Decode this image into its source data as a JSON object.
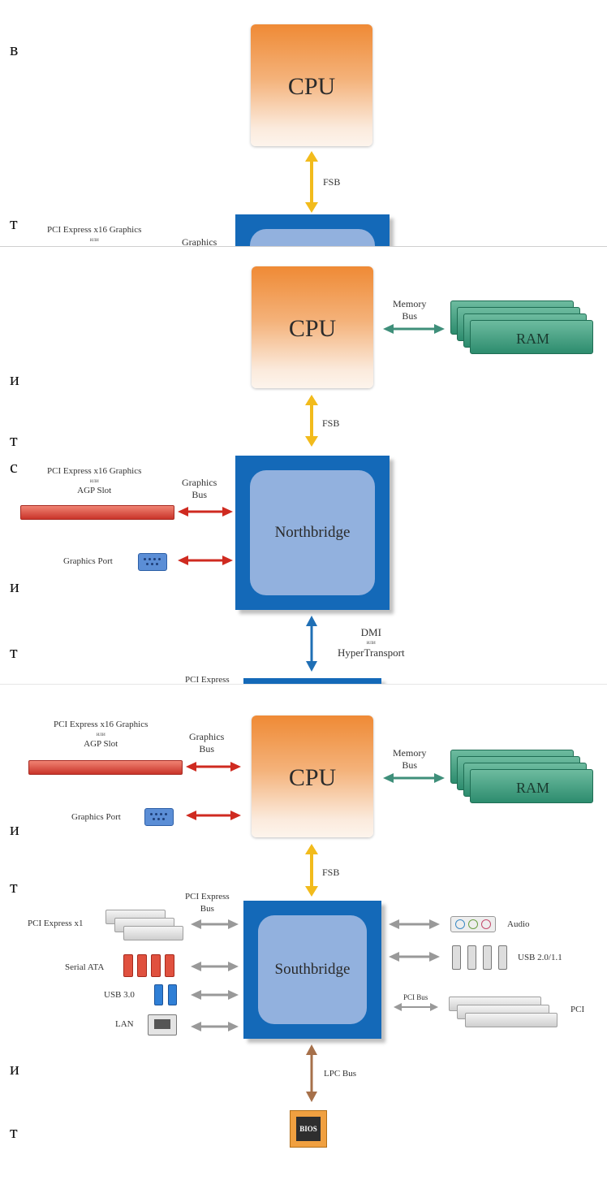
{
  "colors": {
    "cpu": "#ef8a35",
    "chip_outer": "#1469b8",
    "chip_inner": "#92b1de",
    "fsb_arrow": "#f2bb1c",
    "memory_arrow": "#3f8f7a",
    "graphics_arrow": "#cf2a20",
    "dmi_arrow": "#1f6fb5",
    "io_arrow": "#999999",
    "lpc_arrow": "#a6704a",
    "ram": "#3a9c7c"
  },
  "panel1": {
    "cpu": "CPU",
    "fsb": "FSB",
    "pcie_label": "PCI Express x16 Graphics",
    "or": "или",
    "graphics": "Graphics",
    "margin_char": "в",
    "margin_char2": "т"
  },
  "panel2": {
    "cpu": "CPU",
    "memory_bus": [
      "Memory",
      "Bus"
    ],
    "ram": "RAM",
    "fsb": "FSB",
    "pcie_label": "PCI Express x16 Graphics",
    "or": "или",
    "agp": "AGP Slot",
    "graphics_bus": [
      "Graphics",
      "Bus"
    ],
    "northbridge": "Northbridge",
    "graphics_port": "Graphics Port",
    "dmi": "DMI",
    "or2": "или",
    "hypertransport": "HyperTransport",
    "pcie_cut": "PCI Express",
    "margin_chars": [
      "и",
      "т",
      "с",
      "и",
      "т"
    ]
  },
  "panel3": {
    "pcie_label": "PCI Express x16 Graphics",
    "or": "или",
    "agp": "AGP Slot",
    "graphics_bus": [
      "Graphics",
      "Bus"
    ],
    "cpu": "CPU",
    "memory_bus": [
      "Memory",
      "Bus"
    ],
    "ram": "RAM",
    "graphics_port": "Graphics Port",
    "fsb": "FSB",
    "pcie_bus": [
      "PCI Express",
      "Bus"
    ],
    "pcie_x1": "PCI Express x1",
    "serial_ata": "Serial ATA",
    "usb3": "USB 3.0",
    "lan": "LAN",
    "southbridge": "Southbridge",
    "audio": "Audio",
    "usb2": "USB 2.0/1.1",
    "pci_bus": "PCI Bus",
    "pci": "PCI",
    "lpc_bus": "LPC Bus",
    "bios": "BIOS",
    "margin_chars": [
      "и",
      "т",
      "и",
      "т"
    ]
  }
}
